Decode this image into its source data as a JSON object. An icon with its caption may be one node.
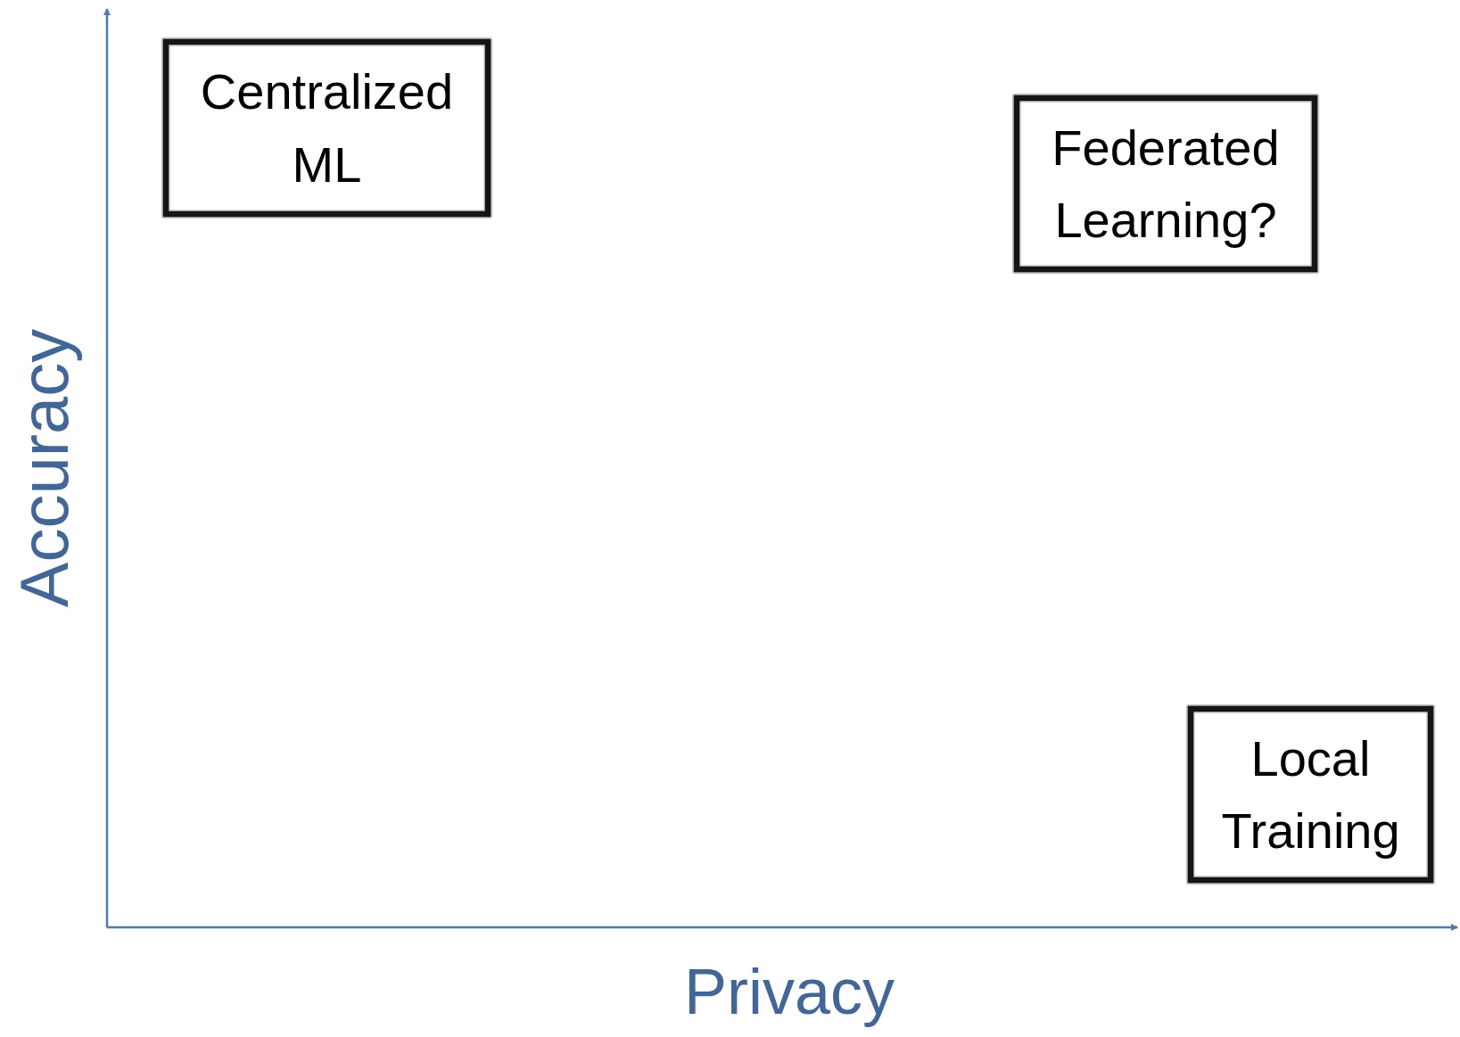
{
  "diagram": {
    "nodes": [
      {
        "text": [
          "Centralized ML"
        ]
      },
      {
        "text": [
          "Federated Learning?"
        ]
      },
      {
        "text": [
          "Local Training"
        ]
      }
    ],
    "labels": [
      "Accuracy",
      "Privacy"
    ]
  }
}
